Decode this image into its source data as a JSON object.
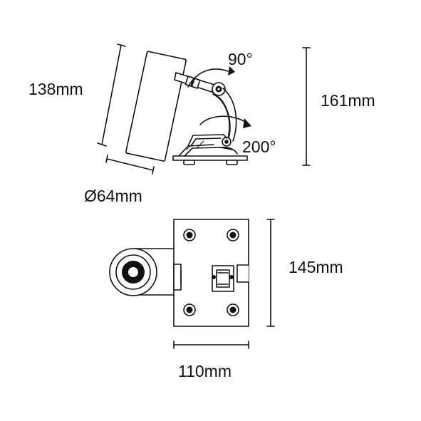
{
  "diagram": {
    "side_view": {
      "height_label": "138mm",
      "diameter_label": "Ø64mm",
      "tilt_angle_label": "90°",
      "rotation_angle_label": "200°",
      "total_height_label": "161mm"
    },
    "top_view": {
      "plate_length_label": "145mm",
      "plate_width_label": "110mm"
    }
  },
  "colors": {
    "line": "#111111",
    "fill": "#ffffff",
    "lens": "#1a1a1a"
  }
}
